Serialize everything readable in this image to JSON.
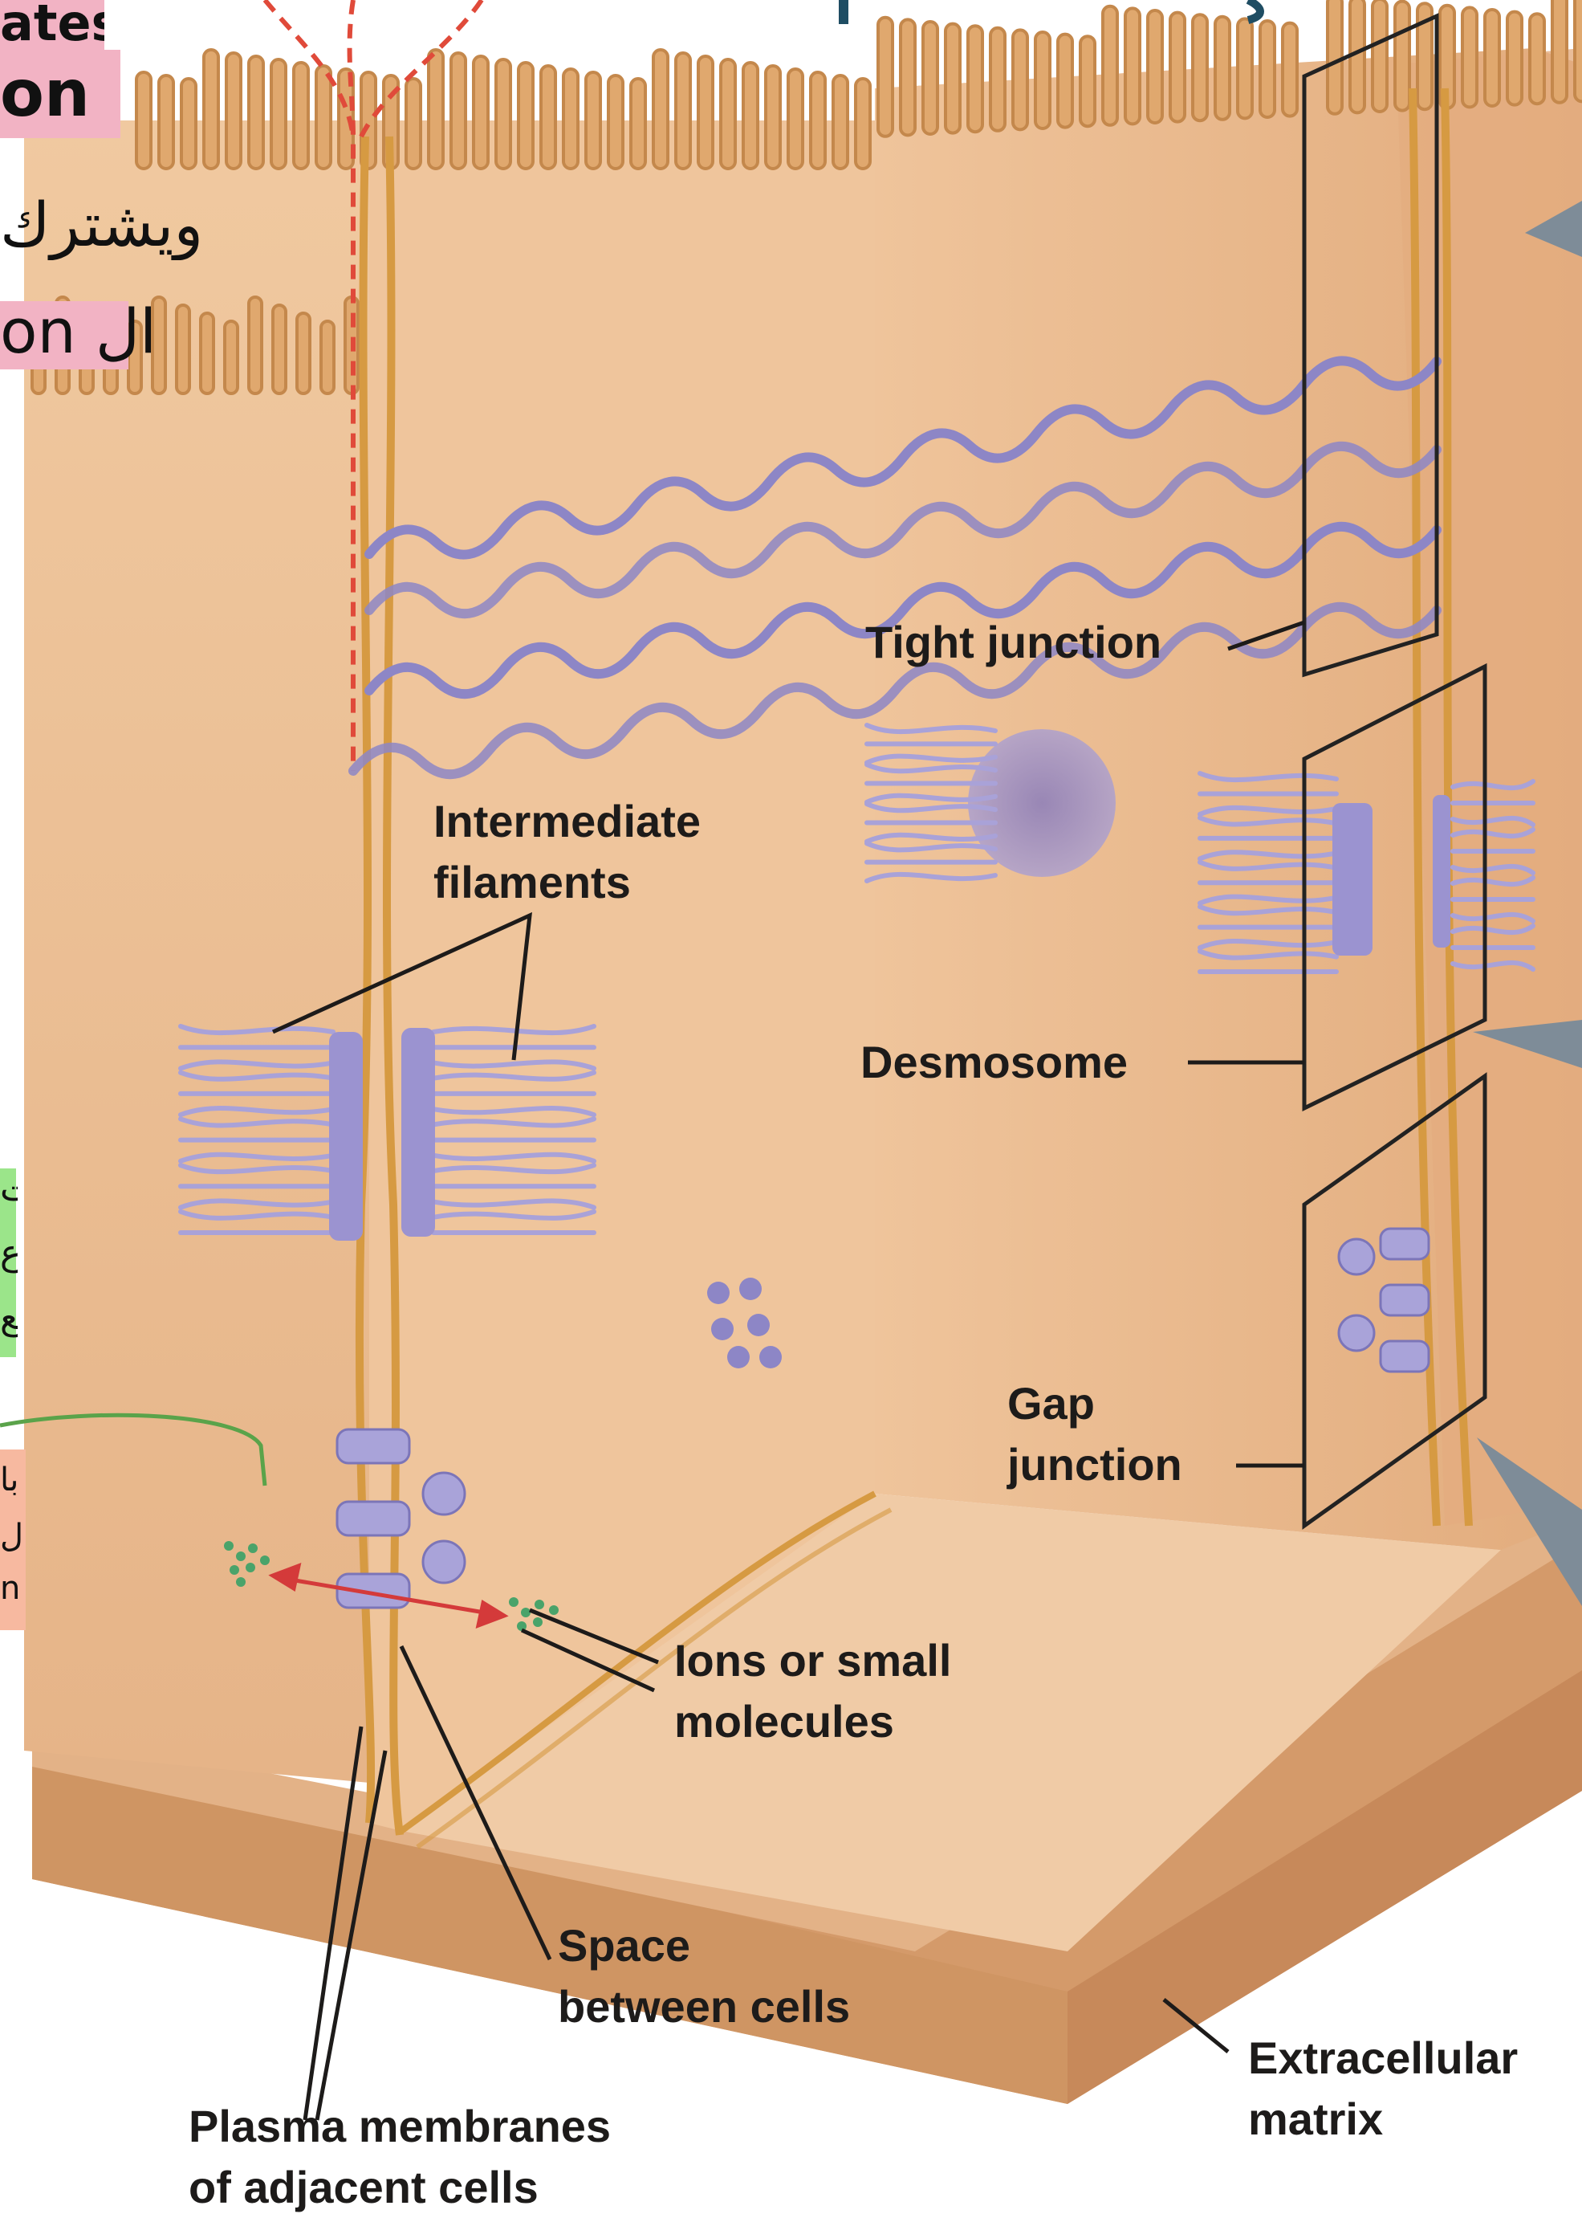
{
  "labels": {
    "tight_junction": "Tight junction",
    "intermediate_filaments": [
      "Intermediate",
      "filaments"
    ],
    "desmosome": "Desmosome",
    "gap_junction": [
      "Gap",
      "junction"
    ],
    "ions": [
      "Ions or small",
      "molecules"
    ],
    "space": [
      "Space",
      "between cells"
    ],
    "plasma": [
      "Plasma membranes",
      "of adjacent cells"
    ],
    "ecm": [
      "Extracellular",
      "matrix"
    ]
  },
  "annotations": {
    "top_left": [
      "ates",
      "on",
      "ويشترك",
      "ال on"
    ],
    "green_box": [
      "تت",
      "ع",
      "تع"
    ],
    "orange_box": [
      "با",
      "ال",
      "n"
    ]
  },
  "colors": {
    "cell": "#e8b98f",
    "cell_light": "#f1cfaa",
    "membrane": "#d7a04c",
    "protein": "#8d86c6",
    "ions": "#4aa36a",
    "arrow": "#d43a3a",
    "pink_note": "#f2b3c4",
    "green_note": "#9be58a",
    "orange_note": "#f7b9a0",
    "title_teal": "#1f4d63"
  }
}
